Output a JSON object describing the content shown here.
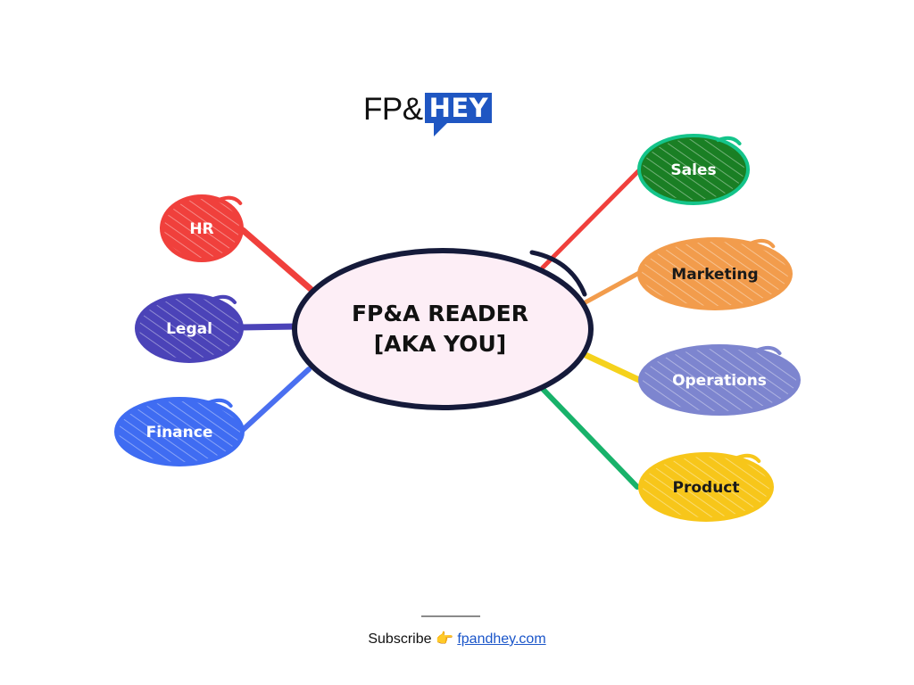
{
  "logo": {
    "left_text": "FP&",
    "box_text": "HEY"
  },
  "center": {
    "line1": "FP&A READER",
    "line2": "[AKA YOU]",
    "fill": "#fdeef6",
    "stroke": "#151a3a"
  },
  "nodes": [
    {
      "id": "hr",
      "label": "HR",
      "fill": "#f0403c",
      "stroke": "#f0403c",
      "text_color": "#ffffff",
      "line_color": "#f0403c"
    },
    {
      "id": "legal",
      "label": "Legal",
      "fill": "#4b43b8",
      "stroke": "#4b43b8",
      "text_color": "#ffffff",
      "line_color": "#4b43b8"
    },
    {
      "id": "finance",
      "label": "Finance",
      "fill": "#3f6cf2",
      "stroke": "#3f6cf2",
      "text_color": "#ffffff",
      "line_color": "#4a6ff0"
    },
    {
      "id": "sales",
      "label": "Sales",
      "fill": "#1a7f24",
      "stroke": "#14c48a",
      "text_color": "#ffffff",
      "line_color": "#f0403c"
    },
    {
      "id": "marketing",
      "label": "Marketing",
      "fill": "#f29c4c",
      "stroke": "#f29c4c",
      "text_color": "#1a1a1a",
      "line_color": "#f29c4c"
    },
    {
      "id": "operations",
      "label": "Operations",
      "fill": "#7d85cf",
      "stroke": "#7d85cf",
      "text_color": "#ffffff",
      "line_color": "#f5d21c"
    },
    {
      "id": "product",
      "label": "Product",
      "fill": "#f7c61a",
      "stroke": "#f7c61a",
      "text_color": "#1a1a1a",
      "line_color": "#18b26a"
    }
  ],
  "footer": {
    "prefix": "Subscribe",
    "emoji": "👉",
    "link_text": "fpandhey.com"
  }
}
